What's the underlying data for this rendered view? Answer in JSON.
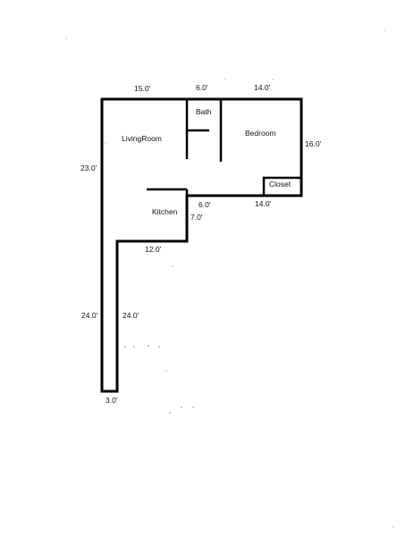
{
  "rooms": {
    "living_room": "LivingRoom",
    "bath": "Bath",
    "bedroom": "Bedroom",
    "kitchen": "Kitchen",
    "closet": "Closet"
  },
  "dimensions": {
    "top_living": "15.0'",
    "top_bath": "6.0'",
    "top_bedroom": "14.0'",
    "bedroom_right": "16.0'",
    "living_left": "23.0'",
    "kitchen_top": "6.0'",
    "bedroom_bottom": "14.0'",
    "kitchen_right": "7.0'",
    "kitchen_bottom": "12.0'",
    "hall_left": "24.0'",
    "hall_right": "24.0'",
    "hall_bottom": "3.0'"
  }
}
